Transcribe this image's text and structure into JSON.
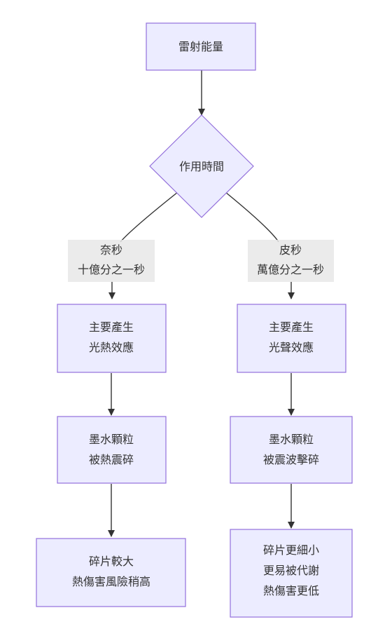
{
  "diagram": {
    "nodes": {
      "laser": {
        "lines": [
          "雷射能量"
        ]
      },
      "duration": {
        "lines": [
          "作用時間"
        ]
      },
      "ns_effect": {
        "lines": [
          "主要產生",
          "光熱效應"
        ]
      },
      "ps_effect": {
        "lines": [
          "主要產生",
          "光聲效應"
        ]
      },
      "ns_break": {
        "lines": [
          "墨水顆粒",
          "被熱震碎"
        ]
      },
      "ps_break": {
        "lines": [
          "墨水顆粒",
          "被震波擊碎"
        ]
      },
      "ns_result": {
        "lines": [
          "碎片較大",
          "熱傷害風險稍高"
        ]
      },
      "ps_result": {
        "lines": [
          "碎片更細小",
          "更易被代謝",
          "熱傷害更低"
        ]
      }
    },
    "edge_labels": {
      "nanosecond": {
        "lines": [
          "奈秒",
          "十億分之一秒"
        ]
      },
      "picosecond": {
        "lines": [
          "皮秒",
          "萬億分之一秒"
        ]
      }
    }
  }
}
